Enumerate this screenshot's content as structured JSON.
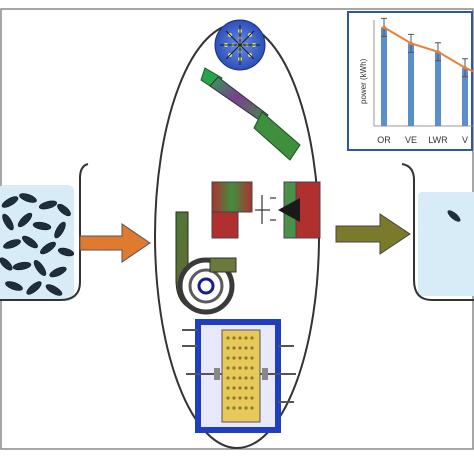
{
  "colors": {
    "frame_border": "#808080",
    "beaker_outline": "#333333",
    "water_fill": "#d7ecf6",
    "grain_dark": "#1f2d3d",
    "arrow_in": "#e07a2e",
    "arrow_out": "#7a7a2a",
    "inset_border": "#2f56a0",
    "bar_fill": "#5b8fcb",
    "trend_line": "#e8803a"
  },
  "icons": [
    "rice-grains-icon",
    "gear-disc-icon",
    "tapered-tube-icon",
    "cutting-die-icon",
    "hook-pipe-icon",
    "coil-icon",
    "heat-exchanger-icon",
    "single-grain-icon"
  ],
  "chart_data": {
    "type": "bar",
    "categories": [
      "OR",
      "VE",
      "LWR",
      "V"
    ],
    "ylabel": "power (kWh)",
    "values": [
      0.93,
      0.78,
      0.7,
      0.55
    ],
    "trend_line": true,
    "error_bars": true,
    "ylim": [
      0,
      1
    ]
  }
}
